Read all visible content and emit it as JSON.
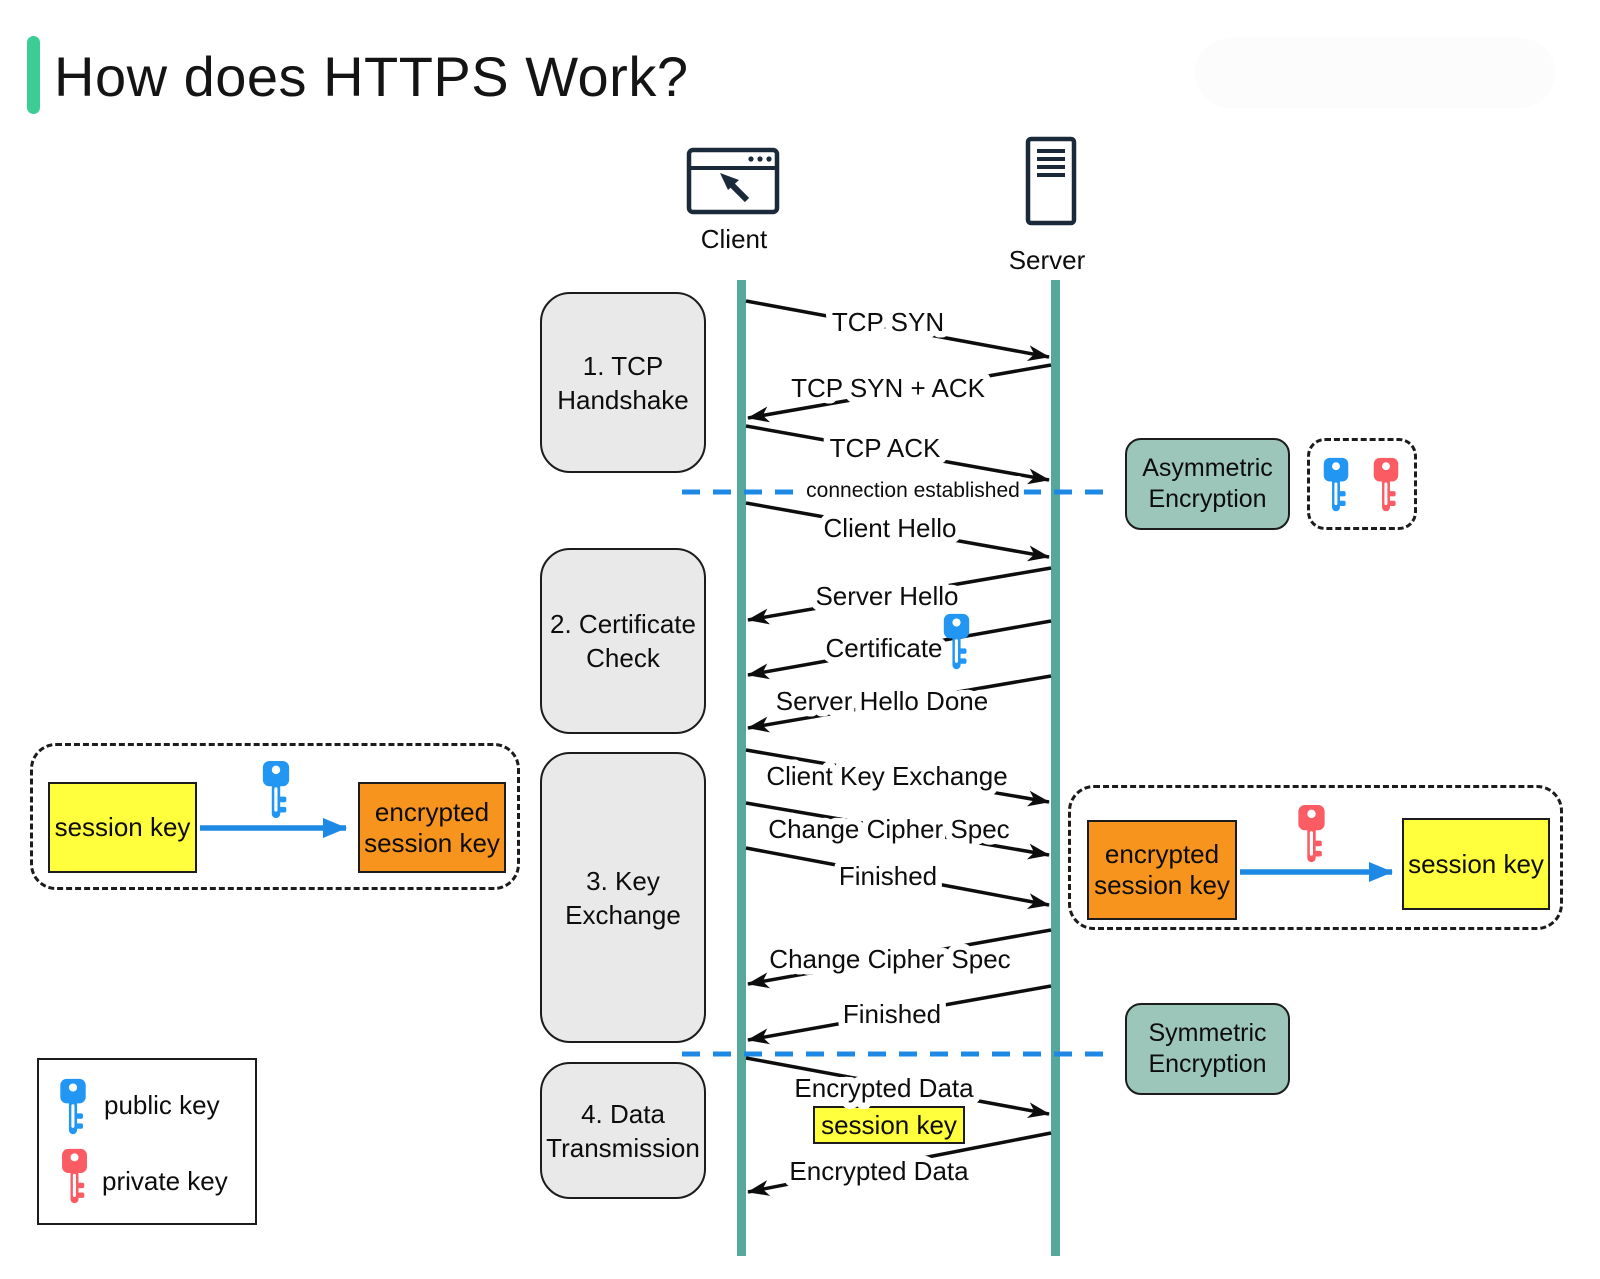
{
  "title": "How does HTTPS Work?",
  "actors": {
    "client": "Client",
    "server": "Server"
  },
  "phases": [
    {
      "lines": [
        "1. TCP",
        "Handshake"
      ]
    },
    {
      "lines": [
        "2. Certificate",
        "Check"
      ]
    },
    {
      "lines": [
        "3. Key",
        "Exchange"
      ]
    },
    {
      "lines": [
        "4. Data",
        "Transmission"
      ]
    }
  ],
  "messages": [
    {
      "label": "TCP SYN",
      "from": "client",
      "to": "server"
    },
    {
      "label": "TCP SYN + ACK",
      "from": "server",
      "to": "client"
    },
    {
      "label": "TCP ACK",
      "from": "client",
      "to": "server"
    },
    {
      "label": "Client Hello",
      "from": "client",
      "to": "server"
    },
    {
      "label": "Server Hello",
      "from": "server",
      "to": "client"
    },
    {
      "label": "Certificate",
      "from": "server",
      "to": "client",
      "icon": "public-key-icon"
    },
    {
      "label": "Server Hello Done",
      "from": "server",
      "to": "client"
    },
    {
      "label": "Client Key Exchange",
      "from": "client",
      "to": "server"
    },
    {
      "label": "Change Cipher Spec",
      "from": "client",
      "to": "server"
    },
    {
      "label": "Finished",
      "from": "client",
      "to": "server"
    },
    {
      "label": "Change Cipher Spec",
      "from": "server",
      "to": "client"
    },
    {
      "label": "Finished",
      "from": "server",
      "to": "client"
    },
    {
      "label": "Encrypted Data",
      "from": "client",
      "to": "server",
      "highlight": "session key"
    },
    {
      "label": "Encrypted Data",
      "from": "server",
      "to": "client"
    }
  ],
  "checkpoints": [
    {
      "label": "connection established"
    },
    {
      "label": ""
    }
  ],
  "annotations": {
    "asymmetric": {
      "lines": [
        "Asymmetric",
        "Encryption"
      ]
    },
    "symmetric": {
      "lines": [
        "Symmetric",
        "Encryption"
      ]
    },
    "client_encrypt": {
      "from": "session key",
      "key": "public-key-icon",
      "to_lines": [
        "encrypted",
        "session key"
      ]
    },
    "server_decrypt": {
      "from_lines": [
        "encrypted",
        "session key"
      ],
      "key": "private-key-icon",
      "to": "session key"
    },
    "data_highlight": "session key"
  },
  "legend": [
    {
      "icon": "public-key-icon",
      "label": "public key"
    },
    {
      "icon": "private-key-icon",
      "label": "private key"
    }
  ],
  "colors": {
    "green-bar": "#3CCD96",
    "lifeline": "#56A89C",
    "phase-fill": "#E9E9E9",
    "teal-fill": "#9DC6BA",
    "yellow": "#FFFF3E",
    "orange": "#F7941E",
    "arrow-blue": "#1E88E5",
    "key-blue": "#2196F3",
    "key-red": "#FB5C64",
    "icon-ink": "#1B2A3A"
  }
}
